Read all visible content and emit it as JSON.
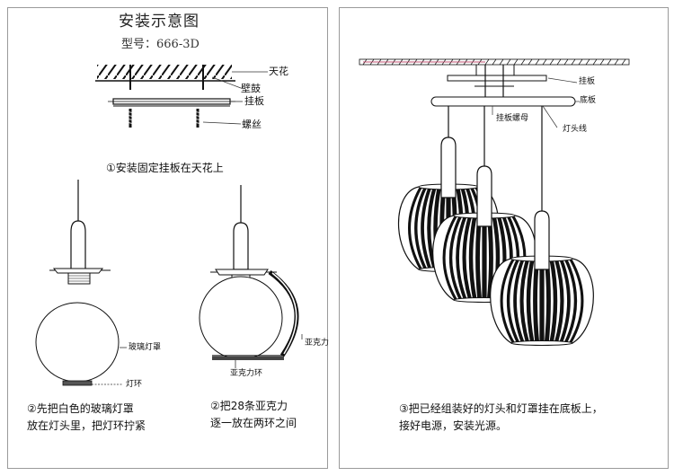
{
  "title": "安装示意图",
  "model": "型号：666-3D",
  "labels": {
    "ceiling": "天花",
    "wall_plug": "壁鼓",
    "hanging_plate": "挂板",
    "screw": "螺丝",
    "glass_shade": "玻璃灯罩",
    "lamp_ring": "灯环",
    "acrylic_1": "亚克力",
    "acrylic_2": "亚克力环",
    "r_hanging_plate": "挂板",
    "base_plate": "底板",
    "plate_nut": "挂板螺母",
    "lamp_wire": "灯头线"
  },
  "steps": {
    "step1": "①安装固定挂板在天花上",
    "step2_line1": "②先把白色的玻璃灯罩",
    "step2_line2": "放在灯头里，把灯环拧紧",
    "step3_line1": "②把28条亚克力",
    "step3_line2": "逐一放在两环之间",
    "step4_line1": "③把已经组装好的灯头和灯罩挂在底板上，",
    "step4_line2": "接好电源，安装光源。"
  }
}
